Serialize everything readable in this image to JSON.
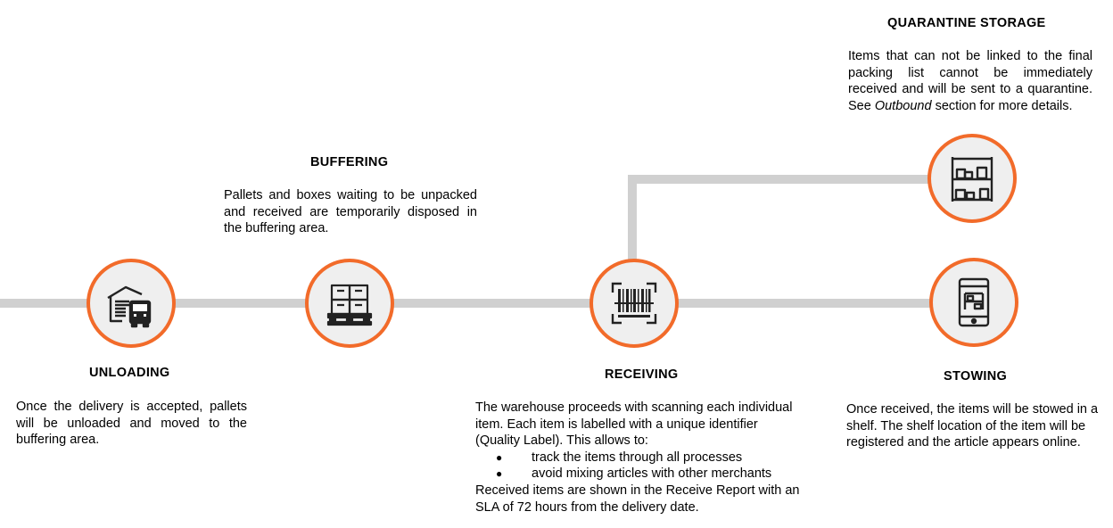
{
  "colors": {
    "accent": "#f26b2a",
    "line": "#d0d0d0",
    "icon_bg": "#efefef"
  },
  "stages": {
    "unloading": {
      "icon": "warehouse-truck-icon",
      "title": "UNLOADING",
      "text": "Once the delivery is accepted, pallets will be unloaded and moved to the buffering area."
    },
    "buffering": {
      "icon": "pallet-boxes-icon",
      "title": "BUFFERING",
      "text": "Pallets and boxes waiting to be unpacked and received are temporarily disposed in the buffering area."
    },
    "receiving": {
      "icon": "barcode-scan-icon",
      "title": "RECEIVING",
      "intro": "The warehouse proceeds with scanning each individual item. Each item is labelled with a unique identifier (Quality Label). This allows to:",
      "bullets": [
        "track the items through all processes",
        "avoid mixing articles  with other merchants"
      ],
      "outro": "Received items are shown in the Receive Report with an SLA of 72 hours from the delivery date."
    },
    "quarantine": {
      "icon": "storage-shelf-icon",
      "title": "QUARANTINE STORAGE",
      "text_before": "Items that can not be linked to the final packing list cannot be immediately received and will be sent to a quarantine. See ",
      "text_em": "Outbound",
      "text_after": " section for more details."
    },
    "stowing": {
      "icon": "tablet-shelf-icon",
      "title": "STOWING",
      "text": "Once received, the items will be stowed in a shelf. The shelf location of the item will be registered and the article appears online."
    }
  }
}
